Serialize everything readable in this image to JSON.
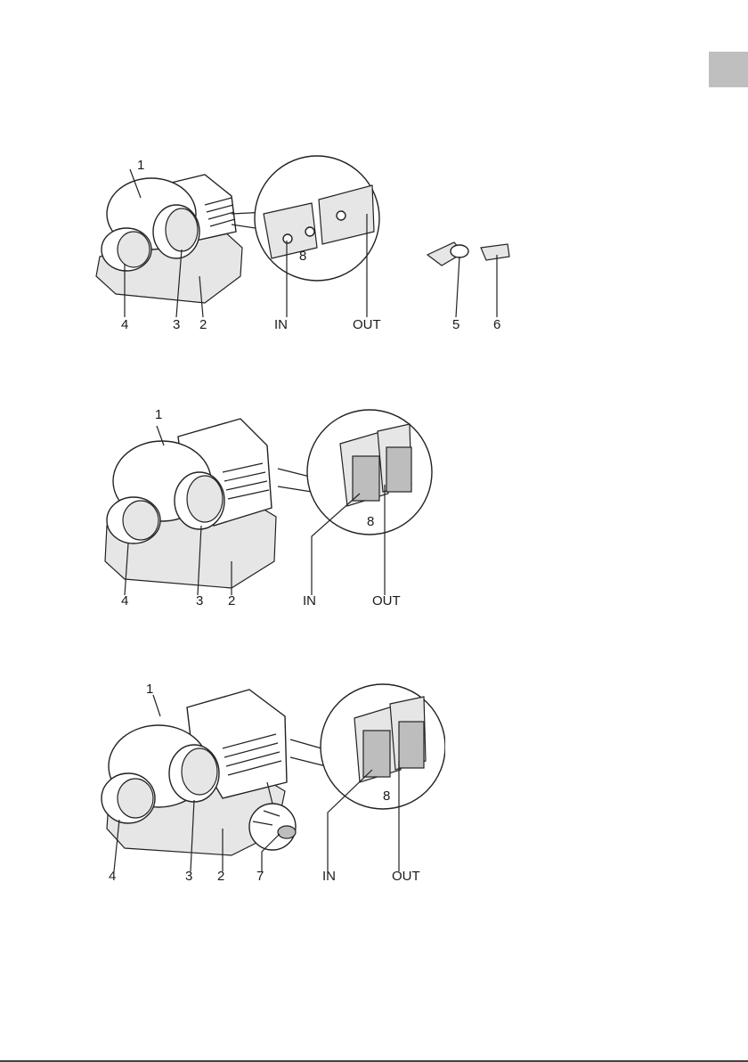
{
  "figure_a": {
    "labels": {
      "housing": "1",
      "base": "2",
      "head_right": "3",
      "head_left": "4",
      "adapter_a": "5",
      "adapter_b": "6",
      "connector": "8",
      "inlet": "IN",
      "outlet": "OUT"
    }
  },
  "figure_b": {
    "labels": {
      "housing": "1",
      "base": "2",
      "head_right": "3",
      "head_left": "4",
      "connector": "8",
      "inlet": "IN",
      "outlet": "OUT"
    }
  },
  "figure_c": {
    "labels": {
      "housing": "1",
      "base": "2",
      "head_right": "3",
      "head_left": "4",
      "fixing": "7",
      "connector": "8",
      "inlet": "IN",
      "outlet": "OUT"
    }
  },
  "colors": {
    "tab": "#bfbfbf",
    "line": "#222222"
  }
}
